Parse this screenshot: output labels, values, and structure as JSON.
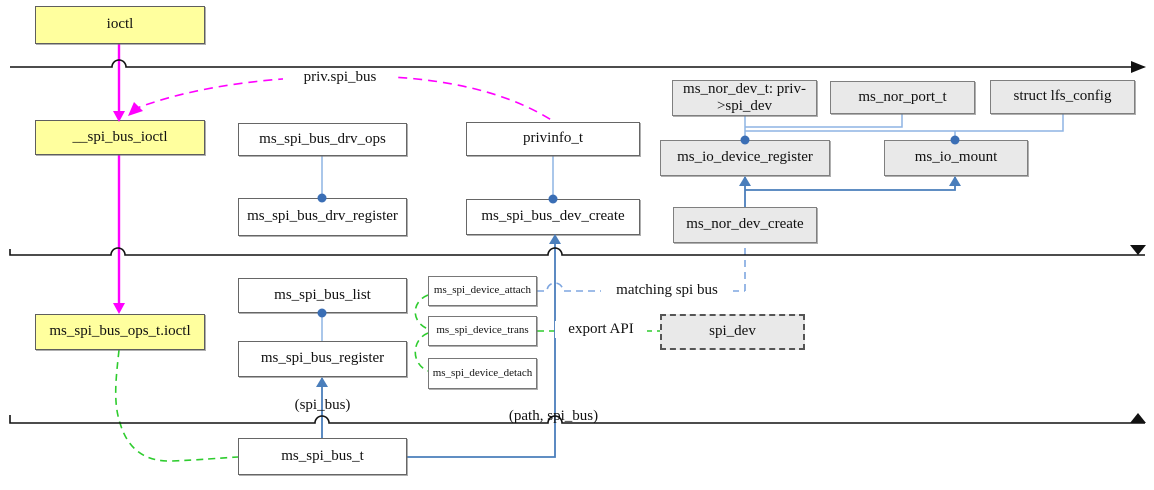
{
  "diagram": {
    "description": "SPI bus / NOR flash driver call-flow diagram with three layer boundary lines",
    "nodes": {
      "ioctl": {
        "label": "ioctl",
        "style": "yellow"
      },
      "spi_bus_ioctl": {
        "label": "__spi_bus_ioctl",
        "style": "yellow"
      },
      "drv_ops": {
        "label": "ms_spi_bus_drv_ops",
        "style": "white"
      },
      "privinfo": {
        "label": "privinfo_t",
        "style": "white"
      },
      "nor_dev_t": {
        "label": "ms_nor_dev_t: priv->spi_dev",
        "style": "gray"
      },
      "nor_port_t": {
        "label": "ms_nor_port_t",
        "style": "gray"
      },
      "lfs_config": {
        "label": "struct lfs_config",
        "style": "gray"
      },
      "io_device_register": {
        "label": "ms_io_device_register",
        "style": "gray"
      },
      "io_mount": {
        "label": "ms_io_mount",
        "style": "gray"
      },
      "drv_register": {
        "label": "ms_spi_bus_drv_register",
        "style": "white"
      },
      "dev_create": {
        "label": "ms_spi_bus_dev_create",
        "style": "white"
      },
      "nor_dev_create": {
        "label": "ms_nor_dev_create",
        "style": "gray"
      },
      "bus_list": {
        "label": "ms_spi_bus_list",
        "style": "white"
      },
      "device_attach": {
        "label": "ms_spi_device_attach",
        "style": "small"
      },
      "ops_t_ioctl": {
        "label": "ms_spi_bus_ops_t.ioctl",
        "style": "yellow"
      },
      "device_trans": {
        "label": "ms_spi_device_trans",
        "style": "small"
      },
      "spi_dev": {
        "label": "spi_dev",
        "style": "gray-dashed"
      },
      "bus_register": {
        "label": "ms_spi_bus_register",
        "style": "white"
      },
      "device_detach": {
        "label": "ms_spi_device_detach",
        "style": "small"
      },
      "bus_t": {
        "label": "ms_spi_bus_t",
        "style": "white"
      }
    },
    "edge_labels": {
      "priv_spi_bus": "priv.spi_bus",
      "matching_spi_bus": "matching spi bus",
      "export_api": "export API",
      "arg_spi_bus": "(spi_bus)",
      "arg_path_spi_bus": "(path, spi_bus)"
    },
    "colors": {
      "highlight_fill": "#FFFF9E",
      "module_fill": "#E9E9E9",
      "plain_fill": "#FFFFFF",
      "flow_arrow": "#FF00FF",
      "call_arrow": "#4A7EBB",
      "link_line": "#8EB4E3",
      "junction_dot": "#3A6EB5",
      "match_dashed": "#7EA6E0",
      "export_dashed": "#2ECC2E",
      "layer_line": "#111111"
    }
  }
}
